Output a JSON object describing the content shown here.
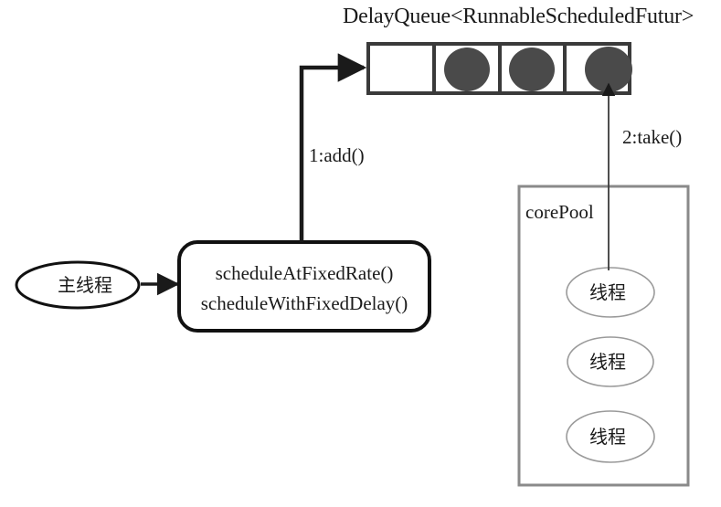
{
  "diagram": {
    "title": "ScheduledThreadPoolExecutor scheduling flow",
    "queue": {
      "title": "DelayQueue<RunnableScheduledFutur>",
      "cells": [
        {
          "index": 0,
          "filled": false
        },
        {
          "index": 1,
          "filled": true
        },
        {
          "index": 2,
          "filled": true
        },
        {
          "index": 3,
          "filled": true
        }
      ],
      "task_fill_color": "#4a4a4a",
      "border_color": "#3a3a3a"
    },
    "main_thread": {
      "label": "主线程",
      "shape": "ellipse"
    },
    "scheduler_box": {
      "methods": [
        "scheduleAtFixedRate()",
        "scheduleWithFixedDelay()"
      ],
      "shape": "rounded-rect"
    },
    "core_pool": {
      "label": "corePool",
      "border_color": "#888888",
      "threads": [
        {
          "label": "线程"
        },
        {
          "label": "线程"
        },
        {
          "label": "线程"
        }
      ]
    },
    "edges": [
      {
        "id": "main-to-scheduler",
        "label": "",
        "from": "main_thread",
        "to": "scheduler_box",
        "style": "thick-arrow"
      },
      {
        "id": "scheduler-to-queue",
        "label": "1:add()",
        "from": "scheduler_box",
        "to": "queue",
        "style": "thick-arrow"
      },
      {
        "id": "thread-to-queue",
        "label": "2:take()",
        "from": "core_pool.threads.0",
        "to": "queue.cells.3",
        "style": "thin-arrow"
      }
    ]
  }
}
